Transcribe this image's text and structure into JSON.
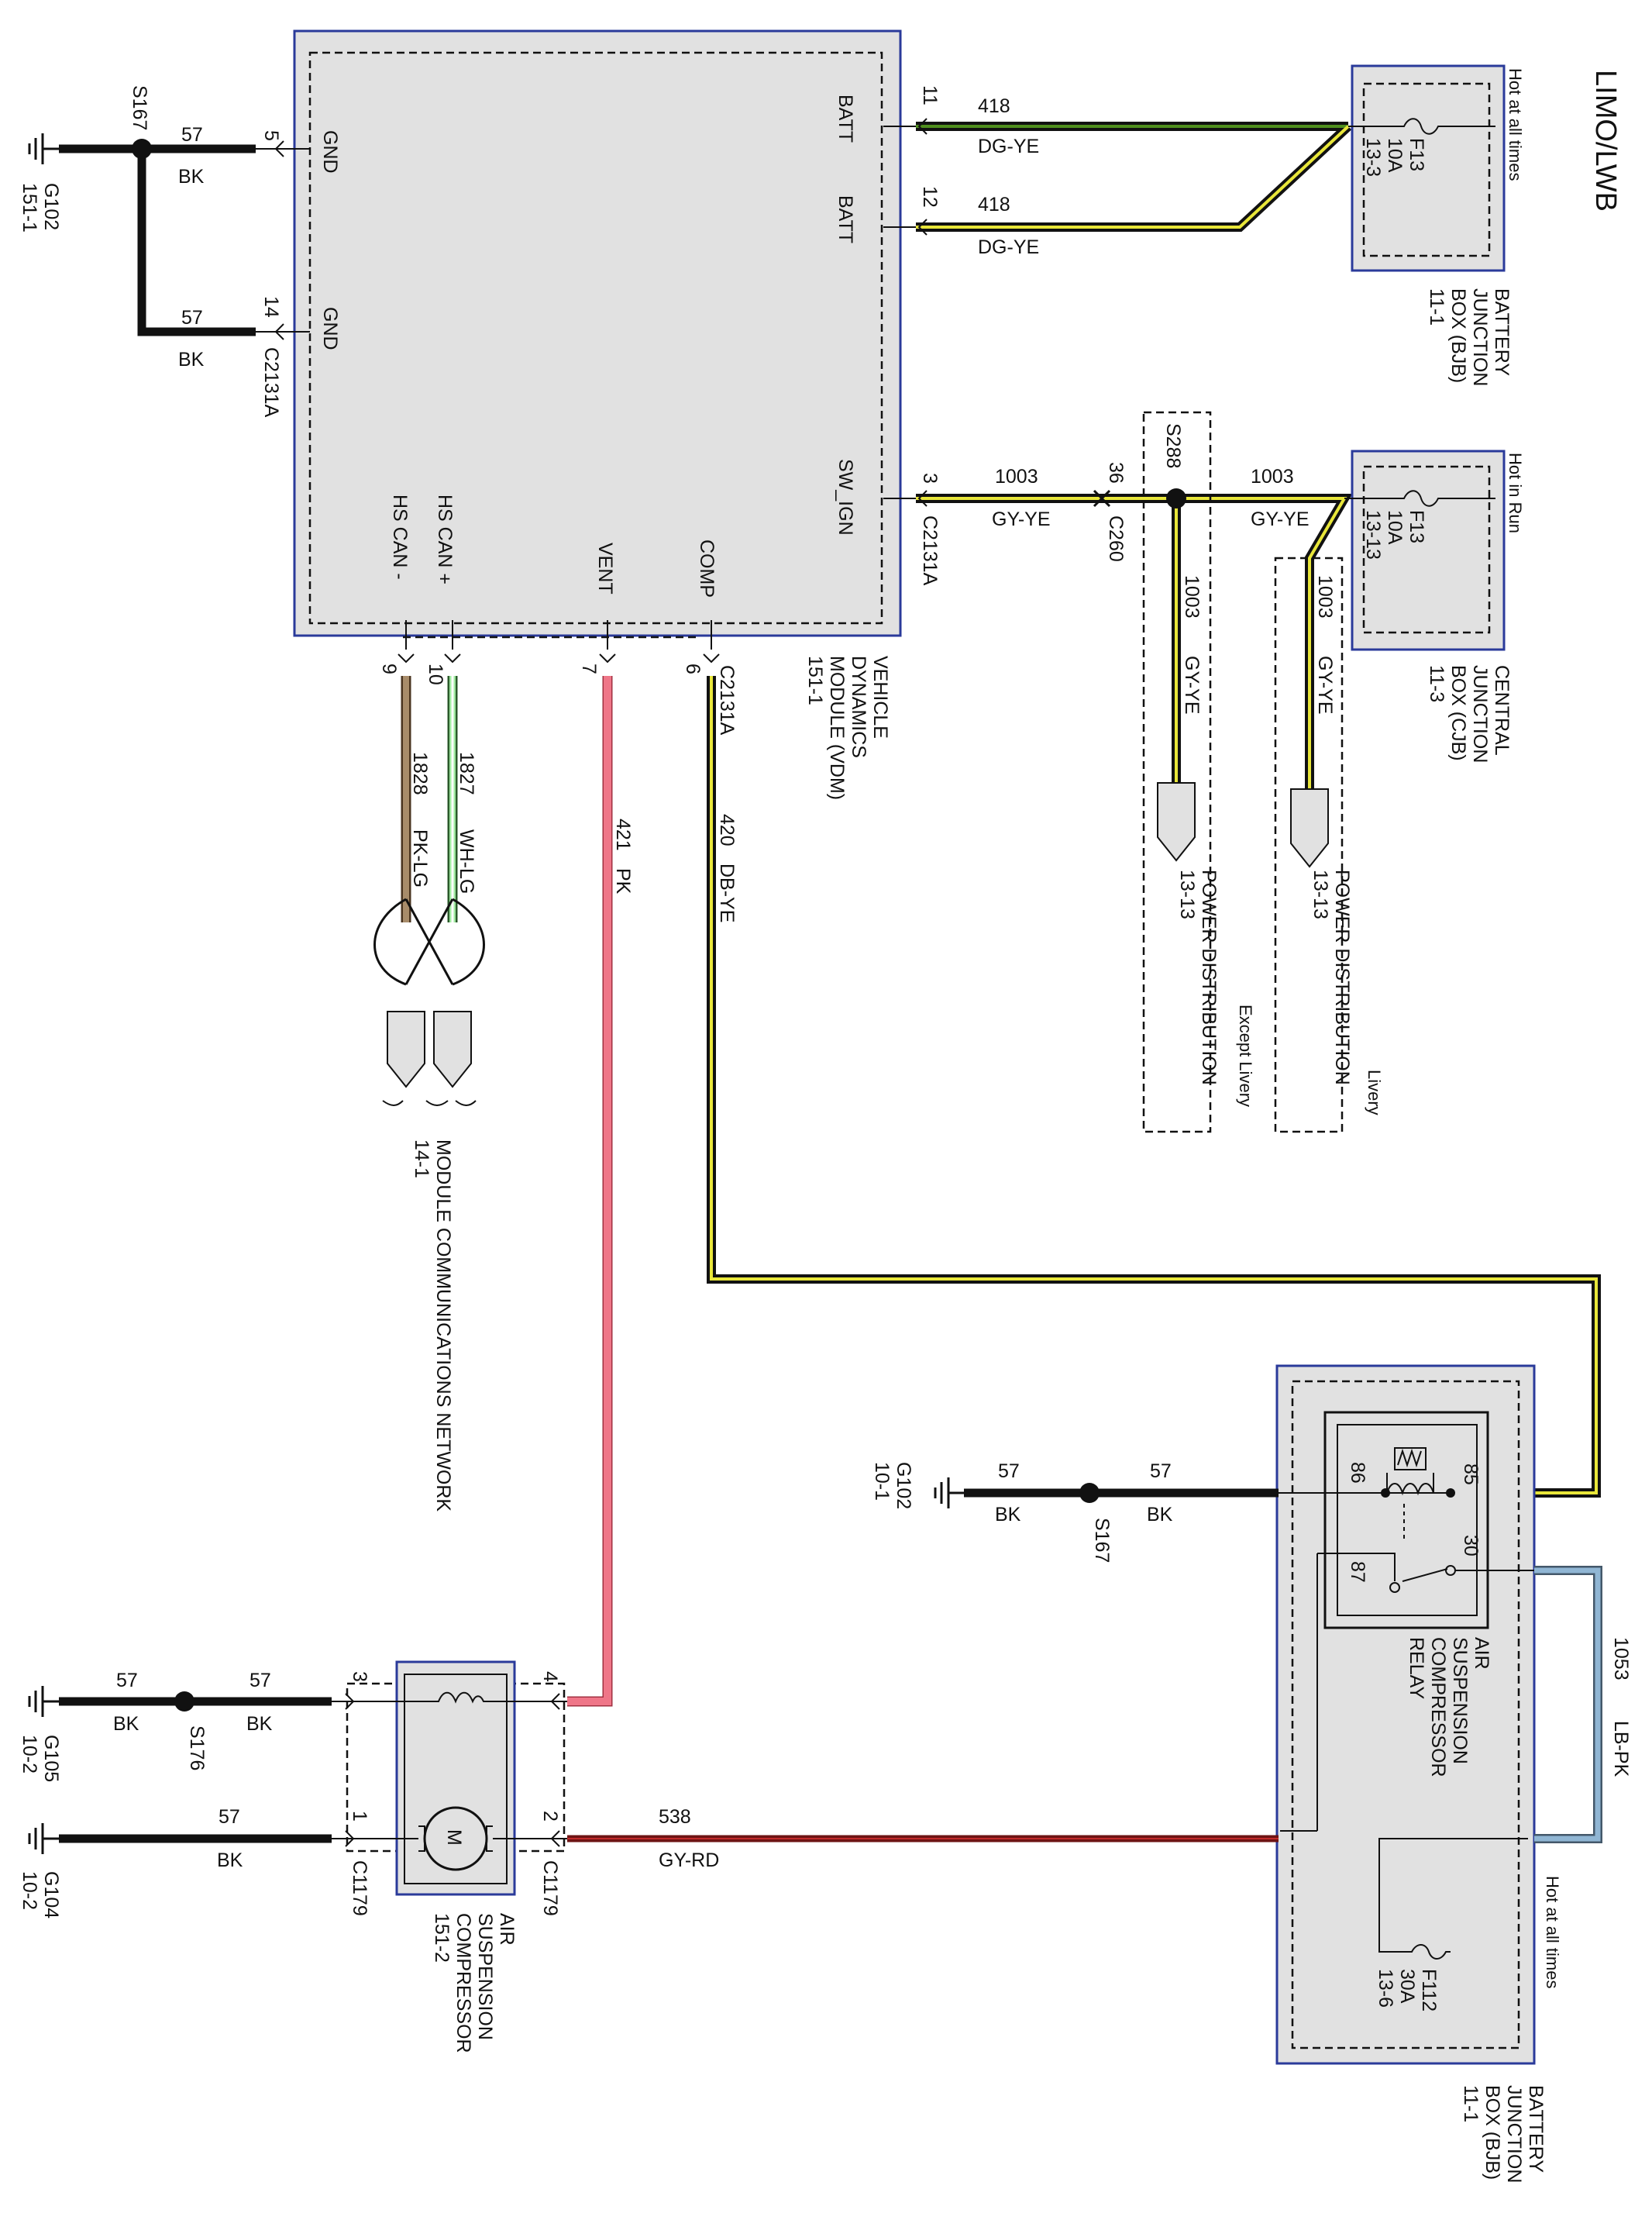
{
  "diagram_title": "LIMO/LWB",
  "vdm": {
    "name_lines": [
      "VEHICLE",
      "DYNAMICS",
      "MODULE (VDM)",
      "151-1"
    ],
    "pins": {
      "gnd_a": "GND",
      "gnd_b": "GND",
      "batt_a": "BATT",
      "batt_b": "BATT",
      "sw_ign": "SW_IGN",
      "hs_can_minus": "HS CAN -",
      "hs_can_plus": "HS CAN +",
      "vent": "VENT",
      "comp": "COMP"
    }
  },
  "ground_left": {
    "ground_id": "G102",
    "ground_ref": "151-1",
    "splice": "S167",
    "wire_circuit": "57",
    "wire_color": "BK",
    "pin5": "5",
    "pin14": "14",
    "connector": "C2131A"
  },
  "bjb_top": {
    "header": "Hot at all times",
    "fuse": "F13",
    "rating": "10A",
    "ref": "13-3",
    "name_lines": [
      "BATTERY",
      "JUNCTION",
      "BOX (BJB)",
      "11-1"
    ]
  },
  "batt_wires": {
    "pin11": "11",
    "pin12": "12",
    "circuit": "418",
    "color": "DG-YE"
  },
  "sw_ign_wire": {
    "pin3": "3",
    "connector_vdm": "C2131A",
    "pin36": "36",
    "connector_c260": "C260",
    "circuit": "1003",
    "color": "GY-YE",
    "splice": "S288"
  },
  "cjb": {
    "header": "Hot in Run",
    "fuse": "F13",
    "rating": "10A",
    "ref": "13-13",
    "name_lines": [
      "CENTRAL",
      "JUNCTION",
      "BOX (CJB)",
      "11-3"
    ]
  },
  "power_dist": {
    "circuit": "1003",
    "color": "GY-YE",
    "label": "POWER DISTRIBUTION",
    "ref": "13-13",
    "except_livery": "Except Livery",
    "livery": "Livery"
  },
  "can_wires": {
    "pin9": "9",
    "pin10": "10",
    "circuit_a": "1828",
    "color_a": "PK-LG",
    "circuit_b": "1827",
    "color_b": "WH-LG",
    "network_label": "MODULE COMMUNICATIONS NETWORK",
    "network_ref": "14-1"
  },
  "vent_wire": {
    "pin7": "7",
    "circuit": "421",
    "color": "PK"
  },
  "comp_wire": {
    "pin6": "6",
    "connector": "C2131A",
    "circuit": "420",
    "color": "DB-YE"
  },
  "bjb_bottom": {
    "relay_pins": {
      "p85": "85",
      "p86": "86",
      "p30": "30",
      "p87": "87"
    },
    "relay_label_lines": [
      "AIR",
      "SUSPENSION",
      "COMPRESSOR",
      "RELAY"
    ],
    "header": "Hot at all times",
    "fuse": "F112",
    "rating": "30A",
    "ref": "13-6",
    "name_lines": [
      "BATTERY",
      "JUNCTION",
      "BOX (BJB)",
      "11-1"
    ],
    "link_circuit": "1053",
    "link_color": "LB-PK"
  },
  "relay_ground": {
    "ground_id": "G102",
    "ground_ref": "10-1",
    "splice": "S167",
    "circuit": "57",
    "color": "BK"
  },
  "compressor": {
    "name_lines": [
      "AIR",
      "SUSPENSION",
      "COMPRESSOR",
      "151-2"
    ],
    "motor_symbol": "M",
    "connector": "C1179",
    "pin1": "1",
    "pin2": "2",
    "pin3": "3",
    "pin4": "4",
    "feed_circuit": "538",
    "feed_color": "GY-RD"
  },
  "comp_ground_a": {
    "ground_id": "G105",
    "ground_ref": "10-2",
    "splice": "S176",
    "circuit": "57",
    "color": "BK"
  },
  "comp_ground_b": {
    "ground_id": "G104",
    "ground_ref": "10-2",
    "circuit": "57",
    "color": "BK"
  }
}
